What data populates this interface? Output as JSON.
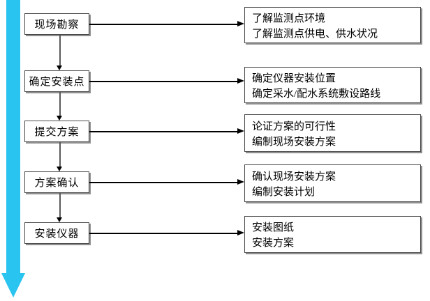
{
  "flow": {
    "steps": [
      {
        "label": "现场勘察",
        "details": [
          "了解监测点环境",
          "了解监测点供电、供水状况"
        ]
      },
      {
        "label": "确定安装点",
        "details": [
          "确定仪器安装位置",
          "确定采水/配水系统敷设路线"
        ]
      },
      {
        "label": "提交方案",
        "details": [
          "论证方案的可行性",
          "编制现场安装方案"
        ]
      },
      {
        "label": "方案确认",
        "details": [
          "确认现场安装方案",
          "编制安装计划"
        ]
      },
      {
        "label": "安装仪器",
        "details": [
          "安装图纸",
          "安装方案"
        ]
      }
    ]
  },
  "colors": {
    "timeline": "#29c4f0",
    "connector": "#595959",
    "arrowhead": "#000000",
    "border": "#4a4a4a",
    "shadow": "#8f8f8f",
    "bg": "#ffffff",
    "text": "#000000"
  },
  "icons": {
    "timeline": "down-arrow",
    "step_connector": "down-arrow",
    "detail_connector": "right-arrow"
  }
}
